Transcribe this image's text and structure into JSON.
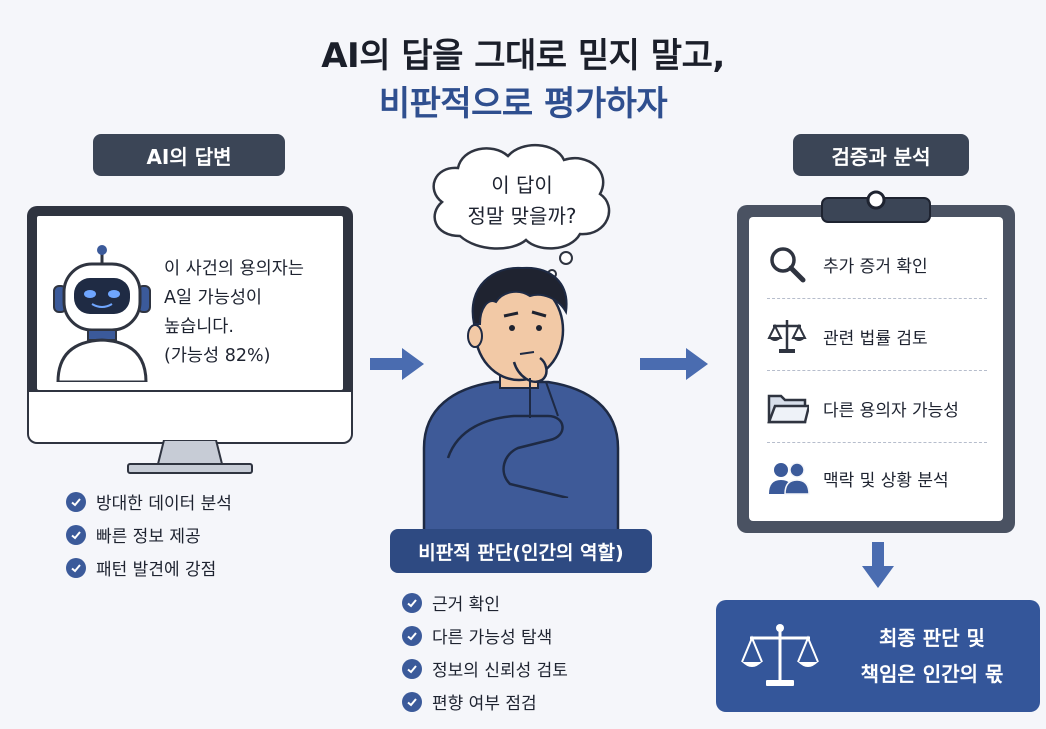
{
  "title": {
    "line1": "AI의 답을 그대로 믿지 말고,",
    "line2": "비판적으로 평가하자"
  },
  "ai_section": {
    "header": "AI의 답변",
    "answer_lines": [
      "이 사건의 용의자는",
      "A일 가능성이",
      "높습니다.",
      "(가능성 82%)"
    ],
    "features": [
      "방대한 데이터 분석",
      "빠른 정보 제공",
      "패턴 발견에 강점"
    ]
  },
  "human_section": {
    "thought_lines": [
      "이 답이",
      "정말 맞을까?"
    ],
    "role_label": "비판적 판단(인간의 역할)",
    "checks": [
      "근거 확인",
      "다른 가능성 탐색",
      "정보의 신뢰성 검토",
      "편향 여부 점검"
    ]
  },
  "verify_section": {
    "header": "검증과 분석",
    "items": [
      {
        "label": "추가 증거 확인",
        "icon": "magnifier-icon"
      },
      {
        "label": "관련 법률 검토",
        "icon": "scales-icon"
      },
      {
        "label": "다른 용의자 가능성",
        "icon": "folder-icon"
      },
      {
        "label": "맥락 및 상황 분석",
        "icon": "people-icon"
      }
    ]
  },
  "final": {
    "lines": [
      "최종 판단 및",
      "책임은 인간의 몫"
    ],
    "icon": "scales-icon"
  },
  "colors": {
    "navy": "#2e4a82",
    "dark_slate": "#3b4556",
    "accent_blue": "#4a6cb0",
    "background": "#f5f6fa"
  }
}
